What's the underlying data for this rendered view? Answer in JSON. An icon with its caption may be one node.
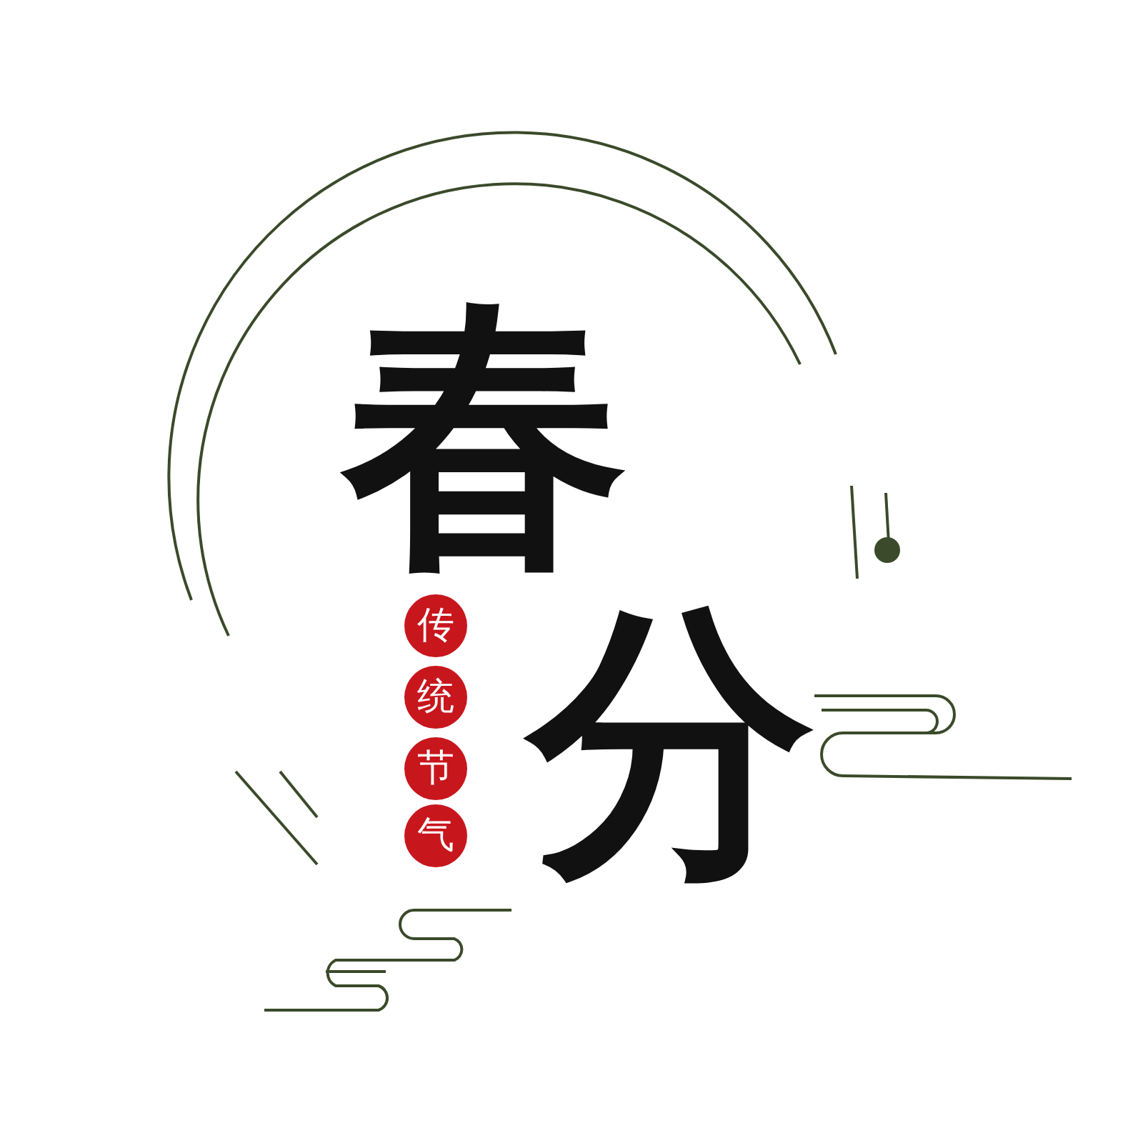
{
  "diagram": {
    "nodes": [
      {
        "text": [
          "传"
        ]
      },
      {
        "text": [
          "统"
        ]
      },
      {
        "text": [
          "节"
        ]
      },
      {
        "text": [
          "气"
        ]
      }
    ],
    "labels": [
      "春",
      "分"
    ]
  }
}
